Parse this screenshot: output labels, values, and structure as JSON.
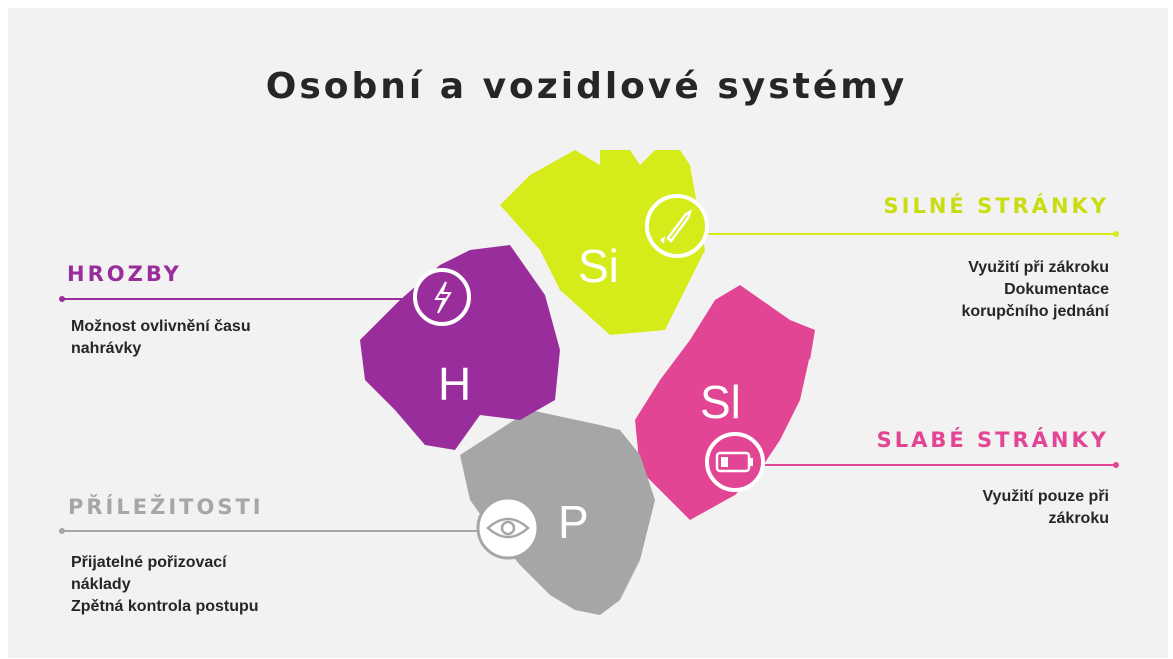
{
  "title": "Osobní a vozidlové systémy",
  "colors": {
    "strengths": "#d6ec1a",
    "weaknesses": "#e24594",
    "opportunities": "#a6a6a6",
    "threats": "#9a2d9c",
    "text": "#262626"
  },
  "strengths": {
    "heading": "SILNÉ STRÁNKY",
    "letter": "Si",
    "icon": "rocket-icon",
    "items": [
      "Využití při zákroku",
      "Dokumentace",
      "korupčního jednání"
    ]
  },
  "weaknesses": {
    "heading": "SLABÉ STRÁNKY",
    "letter": "Sl",
    "icon": "low-battery-icon",
    "items": [
      "Využití pouze při",
      "zákroku"
    ]
  },
  "opportunities": {
    "heading": "PŘÍLEŽITOSTI",
    "letter": "P",
    "icon": "eye-icon",
    "items": [
      "Přijatelné pořizovací",
      "náklady",
      "Zpětná kontrola postupu"
    ]
  },
  "threats": {
    "heading": "HROZBY",
    "letter": "H",
    "icon": "lightning-icon",
    "items": [
      "Možnost ovlivnění času",
      "nahrávky"
    ]
  }
}
